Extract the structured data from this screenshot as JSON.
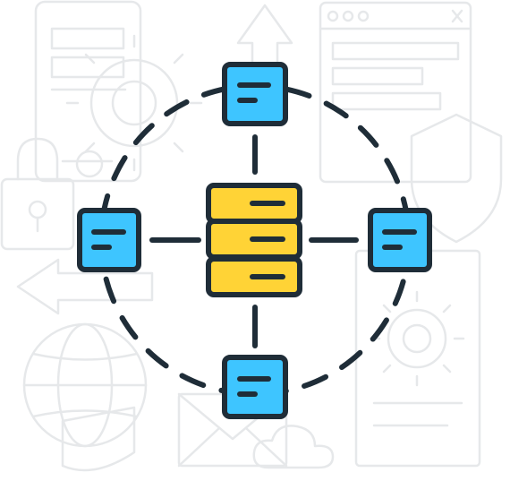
{
  "diagram": {
    "type": "network-hub",
    "hub": {
      "kind": "server-stack",
      "units": 3
    },
    "nodes": [
      {
        "id": "top",
        "kind": "document-node"
      },
      {
        "id": "left",
        "kind": "document-node"
      },
      {
        "id": "right",
        "kind": "document-node"
      },
      {
        "id": "bottom",
        "kind": "document-node"
      }
    ],
    "connections": [
      "top",
      "left",
      "right",
      "bottom"
    ],
    "ring": {
      "style": "dashed"
    },
    "background_icons": [
      "mobile-phone-icon",
      "gear-icon",
      "upload-arrow-icon",
      "browser-window-icon",
      "shield-icon",
      "padlock-icon",
      "back-arrow-icon",
      "globe-icon",
      "envelope-icon",
      "cloud-icon",
      "gear-icon-small",
      "document-icon"
    ]
  },
  "colors": {
    "outline": "#1f2d38",
    "node_fill": "#3ec5ff",
    "server_fill": "#ffd336",
    "background_icon": "#e6e8ea",
    "background": "#ffffff"
  }
}
